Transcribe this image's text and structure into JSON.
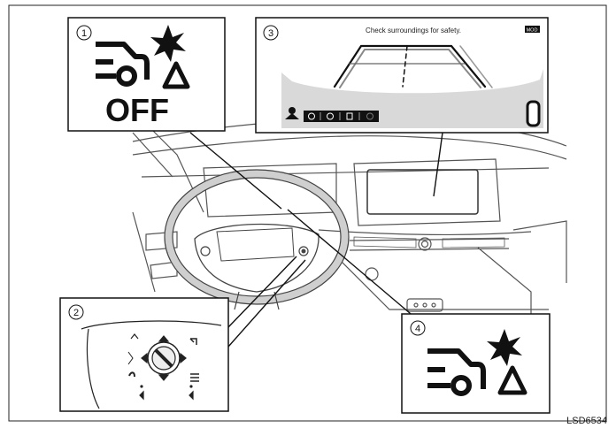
{
  "callouts": [
    {
      "number": "1",
      "icon": "moving-object-detection-off-icon",
      "text": "OFF"
    },
    {
      "number": "2",
      "icon": "steering-wheel-switch-icon"
    },
    {
      "number": "3",
      "message": "Check surroundings for safety.",
      "badge": "MOD"
    },
    {
      "number": "4",
      "icon": "moving-object-detection-icon"
    }
  ],
  "figure_code": "LSD6534"
}
